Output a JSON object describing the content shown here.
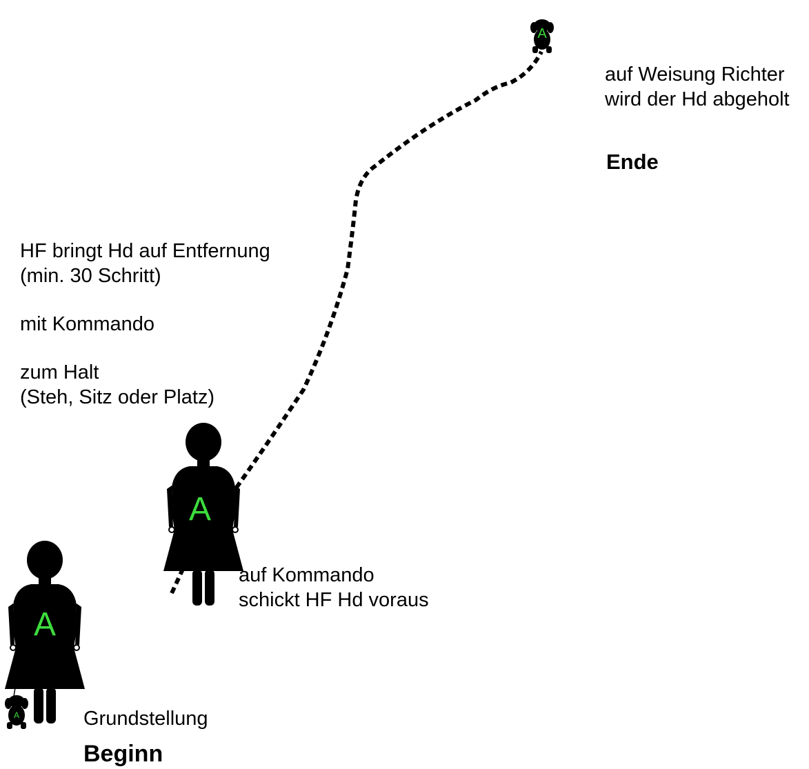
{
  "colors": {
    "figure": "#000000",
    "letter": "#3ddc3d",
    "path": "#000000",
    "background": "#ffffff"
  },
  "figure_letter": "A",
  "dog_letter": "A",
  "labels": {
    "top_right_line1": "auf Weisung Richter",
    "top_right_line2": "wird der Hd abgeholt",
    "end": "Ende",
    "mid_line1": "HF bringt Hd auf Entfernung",
    "mid_line2": "(min. 30 Schritt)",
    "mid_line3": "mit Kommando",
    "mid_line4": "zum Halt",
    "mid_line5": "(Steh, Sitz oder Platz)",
    "send_line1": "auf Kommando",
    "send_line2": "schickt HF Hd voraus",
    "start_position": "Grundstellung",
    "begin": "Beginn"
  },
  "icons": [
    "handler-figure",
    "dog-figure",
    "leash",
    "dashed-path"
  ]
}
